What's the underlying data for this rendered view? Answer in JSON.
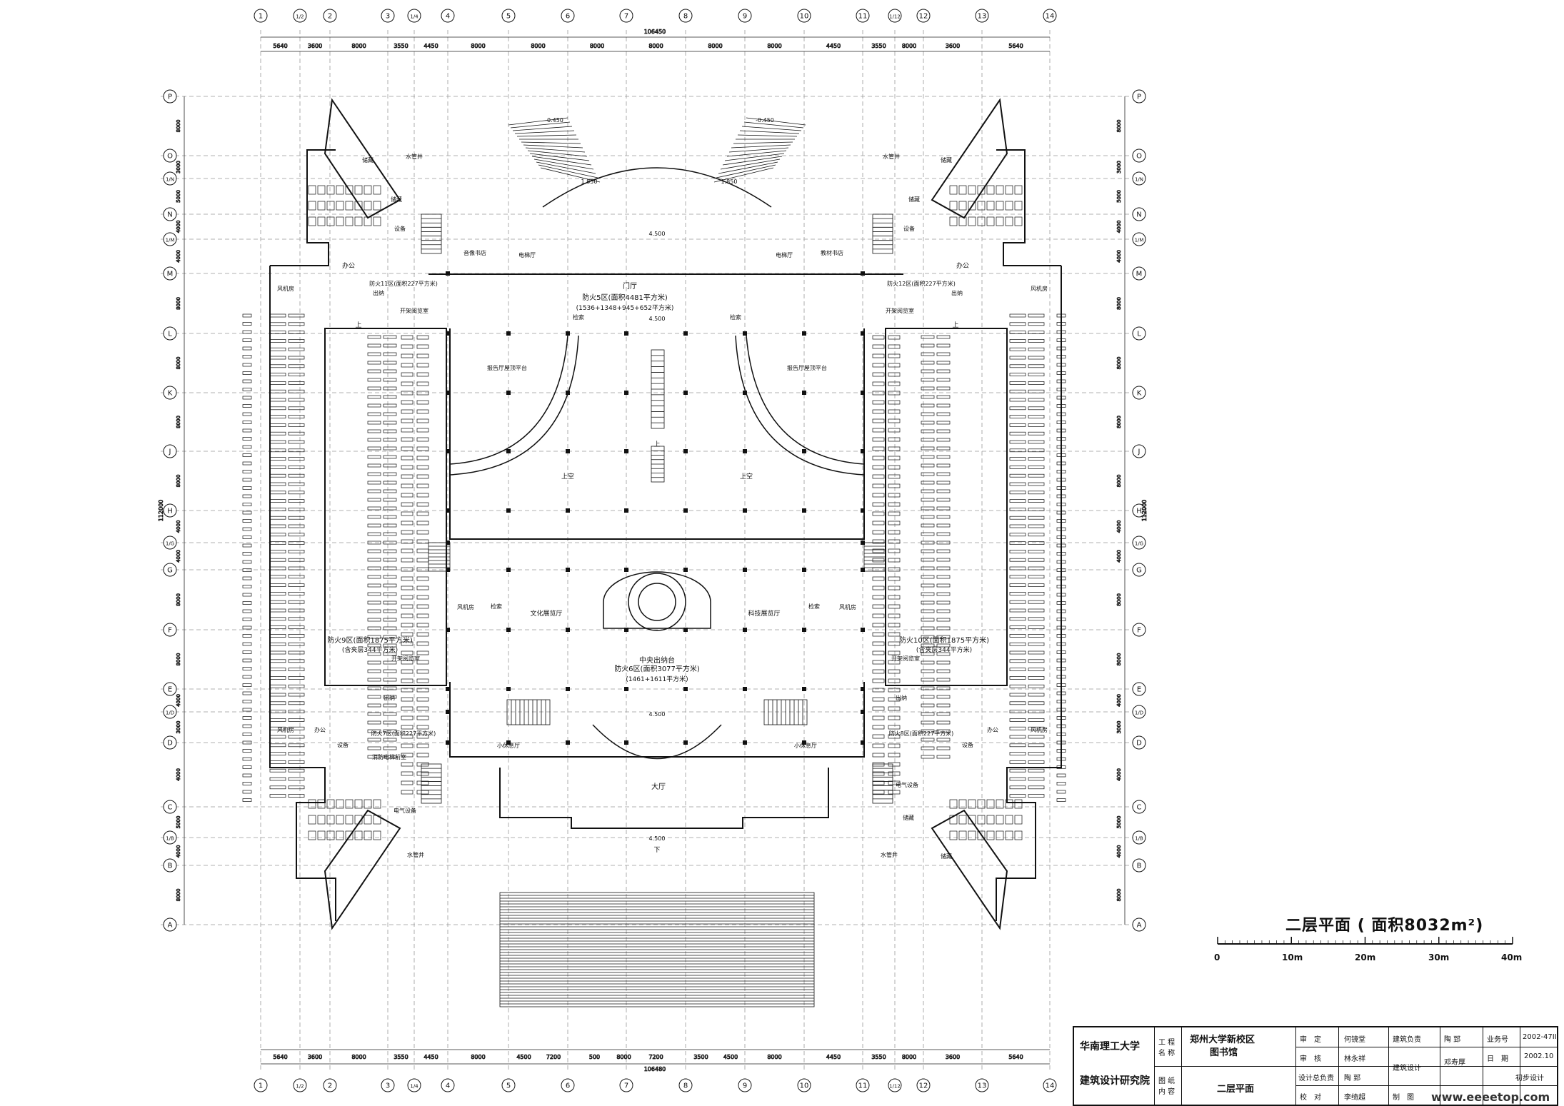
{
  "drawing": {
    "title": "二层平面",
    "area_note": "( 面积8032m²)",
    "total_width_top": "106450",
    "total_width_bottom": "106480",
    "total_height": "112000"
  },
  "grid": {
    "columns": [
      "1",
      "1/2",
      "2",
      "3",
      "1/4",
      "4",
      "5",
      "6",
      "7",
      "8",
      "9",
      "10",
      "11",
      "1/12",
      "12",
      "13",
      "14"
    ],
    "rows": [
      "P",
      "O",
      "1/N",
      "N",
      "1/M",
      "M",
      "L",
      "K",
      "J",
      "H",
      "1/G",
      "G",
      "F",
      "E",
      "1/D",
      "D",
      "C",
      "1/B",
      "B",
      "A"
    ],
    "dims_top": [
      "5640",
      "3600",
      "8000",
      "3550",
      "4450",
      "8000",
      "8000",
      "8000",
      "8000",
      "8000",
      "8000",
      "4450",
      "3550",
      "8000",
      "3600",
      "5640"
    ],
    "dims_bottom": [
      "5640",
      "3600",
      "8000",
      "3550",
      "4450",
      "8000",
      "4500",
      "7200",
      "500",
      "8000",
      "7200",
      "3500",
      "4500",
      "8000",
      "4450",
      "3550",
      "8000",
      "3600",
      "5640"
    ],
    "dims_left": [
      "8000",
      "3000",
      "5000",
      "4000",
      "4000",
      "8000",
      "8000",
      "8000",
      "8000",
      "4000",
      "4000",
      "8000",
      "8000",
      "4000",
      "3000",
      "4000",
      "5000",
      "4000",
      "8000"
    ]
  },
  "labels": {
    "zone5": "防火5区(面积4481平方米)",
    "zone5_detail": "(1536+1348+945+652平方米)",
    "zone6": "防火6区(面积3077平方米)",
    "zone6_detail": "(1461+1611平方米)",
    "zone9": "防火9区(面积1875平方米)",
    "zone9_detail": "(含夹层344平方米)",
    "zone10": "防火10区(面积1875平方米)",
    "zone10_detail": "(含夹层344平方米)",
    "zone11": "防火11区(面积227平方米)",
    "zone12": "防火12区(面积227平方米)",
    "zone7": "防火7区(面积227平方米)",
    "zone8": "防火8区(面积227平方米)",
    "mendian": "门厅",
    "dating": "大厅",
    "central_desk": "中央出纳台",
    "culture_hall": "文化展览厅",
    "tech_hall": "科技展览厅",
    "report_roof_l": "报告厅屋顶平台",
    "report_roof_r": "报告厅屋顶平台",
    "void_l": "上空",
    "void_r": "上空",
    "audio_store": "音像书店",
    "textbook_store": "教材书店",
    "elevator_l": "电梯厅",
    "elevator_r": "电梯厅",
    "open_reading": "开架阅览室",
    "check": "检索",
    "office": "办公",
    "storage": "储藏",
    "fan_room": "风机房",
    "water_shaft": "水管井",
    "equipment": "设备",
    "cashier": "出纳",
    "small_rest": "小休息厅",
    "elec_equip": "电气设备",
    "fire_elev": "消防电梯前室",
    "up": "上",
    "down": "下",
    "elev_m045": "-0.450",
    "elev_1850": "1.850",
    "elev_4500": "4.500"
  },
  "scale_bar": [
    "0",
    "10m",
    "20m",
    "30m",
    "40m"
  ],
  "title_block": {
    "org_line1": "华南理工大学",
    "org_line2": "建筑设计研究院",
    "project_label": "工 程\n名 称",
    "project_name_1": "郑州大学新校区",
    "project_name_2": "图书馆",
    "drawing_label": "图 纸\n内 容",
    "drawing_name": "二层平面",
    "r1_role": "审　定",
    "r1_name": "何镜堂",
    "r2_role": "审　核",
    "r2_name": "林永祥",
    "r3_role": "设计总负责",
    "r3_name": "陶 郅",
    "r4_role": "校　对",
    "r4_name": "李绮超",
    "s1_role": "建筑负责",
    "s1_name": "陶 郅",
    "s2_role": "建筑设计",
    "s2_name": "邓寿厚",
    "s3_role": "制　图",
    "job_no_label": "业务号",
    "job_no": "2002-47II",
    "date_label": "日　期",
    "date": "2002.10",
    "stage": "初步设计",
    "watermark": "www.eeeetop.com"
  }
}
